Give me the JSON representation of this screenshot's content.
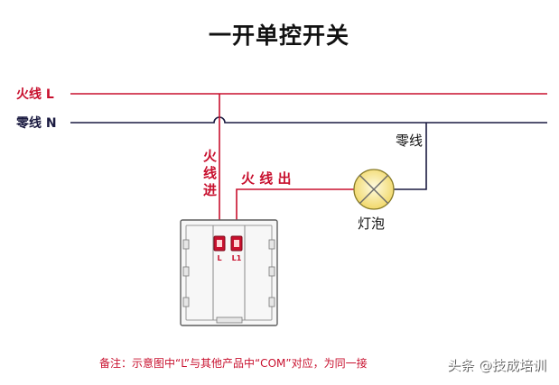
{
  "title": "一开单控开关",
  "live_line": {
    "label": "火线 L",
    "color": "#c8102e"
  },
  "neutral_line": {
    "label": "零线 N",
    "color": "#1a1a40"
  },
  "live_in": [
    "火",
    "线",
    "进"
  ],
  "live_out": "火 线 出",
  "neutral_to_lamp": "零线",
  "lamp": "灯泡",
  "terminals": [
    "L",
    "L1"
  ],
  "note": "备注：示意图中“L”与其他产品中“COM”对应，为同一接",
  "watermark": "头条 @技成培训"
}
